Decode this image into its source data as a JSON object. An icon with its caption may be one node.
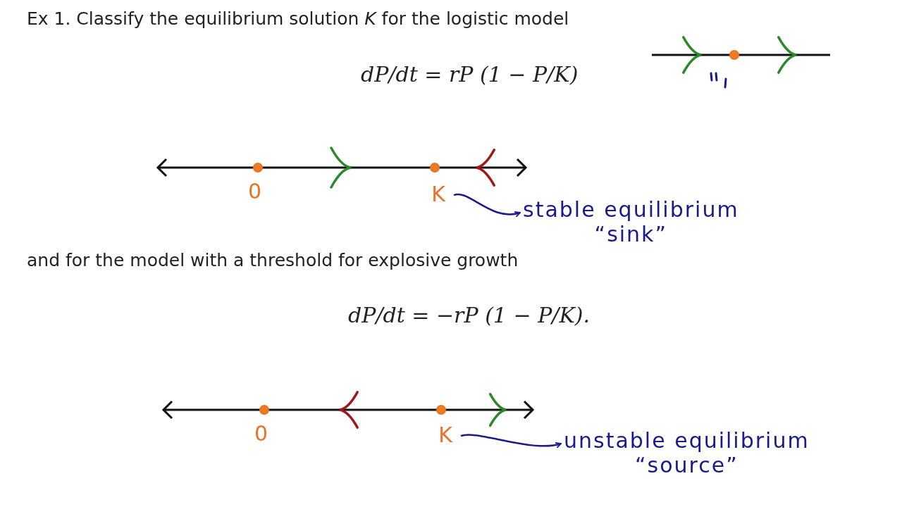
{
  "diagram": {
    "nodes": [
      {
        "text": [
          "K"
        ]
      },
      {
        "text": [
          "stable equilibrium",
          "“sink”"
        ]
      },
      {
        "text": [
          "K"
        ]
      },
      {
        "text": [
          "unstable equilibrium",
          "“source”"
        ]
      }
    ],
    "edges": [
      {
        "from": 0,
        "to": 1,
        "arrow": "to"
      },
      {
        "from": 2,
        "to": 3,
        "arrow": "to"
      }
    ],
    "labels": [
      "Ex 1. Classify the equilibrium solution *K* for the logistic model",
      "dP/dt = rP (1 − P/K)",
      "0",
      "and for the model with a threshold for explosive growth",
      "dP/dt = −rP (1 − P/K).",
      "0"
    ]
  }
}
